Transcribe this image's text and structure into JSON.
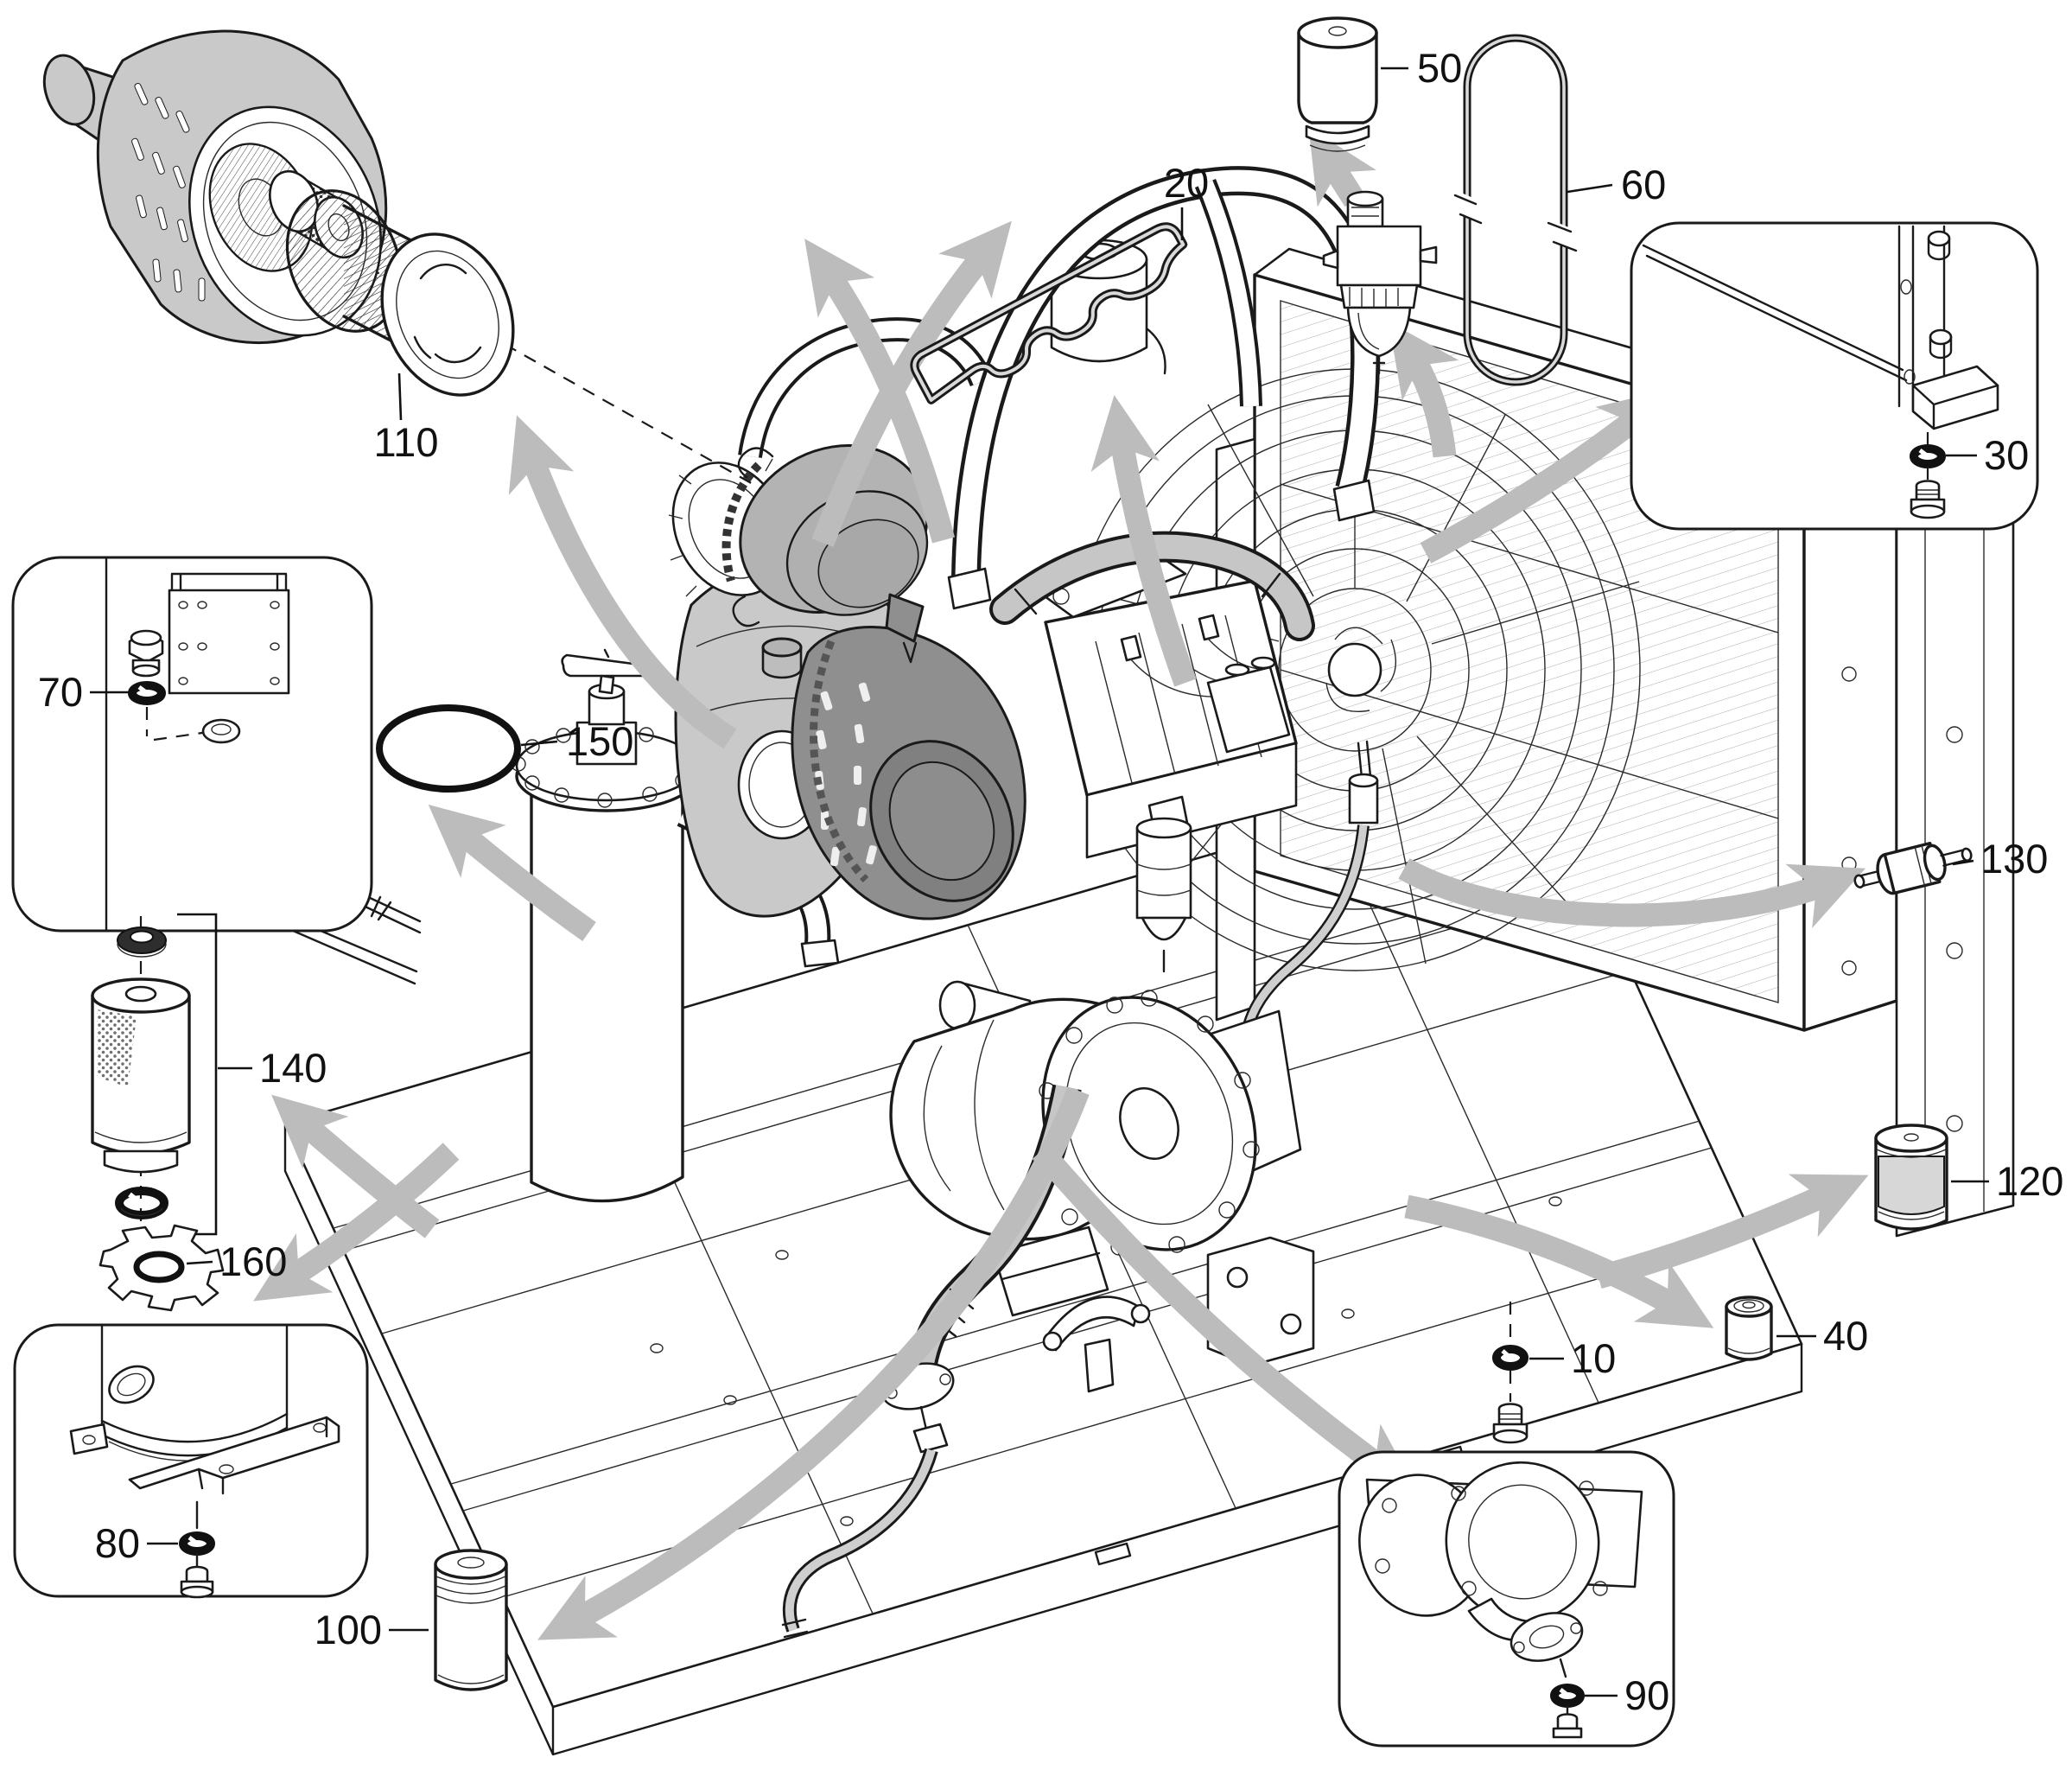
{
  "diagram": {
    "kind": "exploded-parts-diagram",
    "colors": {
      "background": "#ffffff",
      "line": "#1a1a1a",
      "arrow": "#bcbcbc",
      "shade_light": "#c9c9c9",
      "shade_mid": "#b3b3b3",
      "shade_dark": "#8f8f8f"
    },
    "callouts": {
      "c10": {
        "label": "10"
      },
      "c20": {
        "label": "20"
      },
      "c30": {
        "label": "30"
      },
      "c40": {
        "label": "40"
      },
      "c50": {
        "label": "50"
      },
      "c60": {
        "label": "60"
      },
      "c70": {
        "label": "70"
      },
      "c80": {
        "label": "80"
      },
      "c90": {
        "label": "90"
      },
      "c100": {
        "label": "100"
      },
      "c110": {
        "label": "110"
      },
      "c120": {
        "label": "120"
      },
      "c130": {
        "label": "130"
      },
      "c140": {
        "label": "140"
      },
      "c150": {
        "label": "150"
      },
      "c160": {
        "label": "160"
      }
    }
  }
}
